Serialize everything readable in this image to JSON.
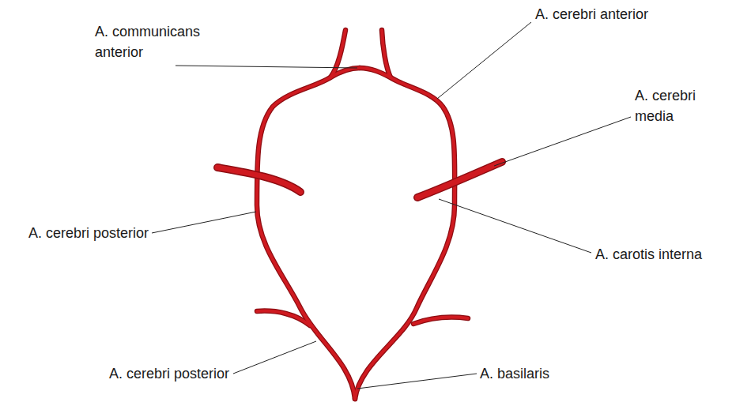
{
  "diagram": {
    "labels": [
      "A. cerebri anterior",
      "A. communicans anterior",
      "A. cerebri media",
      "A. cerebri posterior",
      "A. carotis interna",
      "A. cerebri posterior",
      "A. basilaris"
    ]
  }
}
